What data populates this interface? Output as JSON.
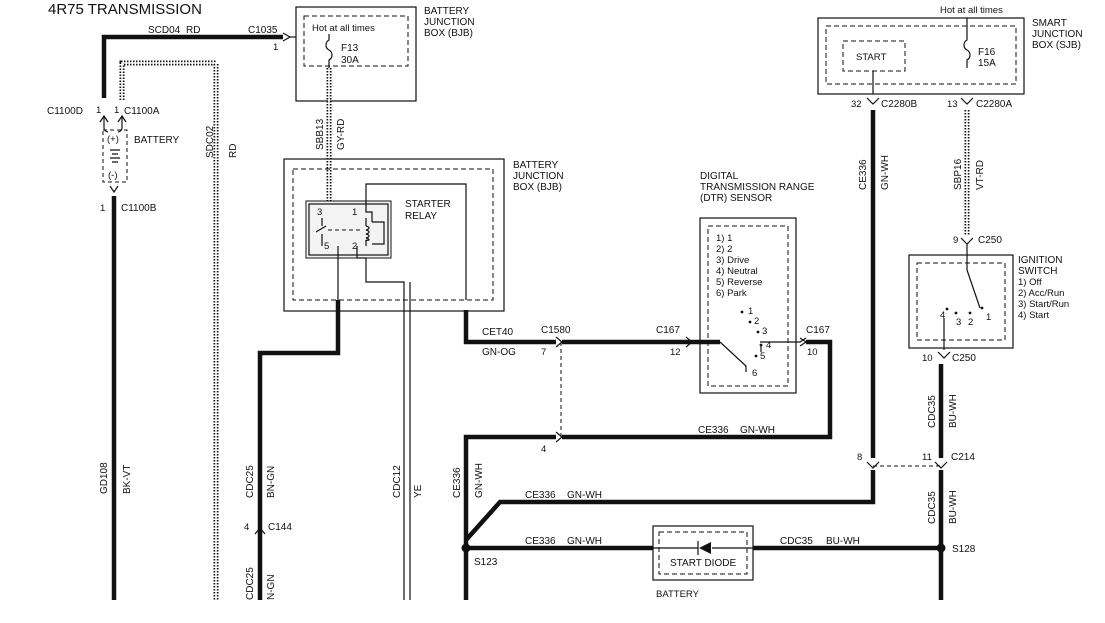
{
  "title": "4R75 TRANSMISSION",
  "bjb_top": {
    "name": [
      "BATTERY",
      "JUNCTION",
      "BOX (BJB)"
    ],
    "hot": "Hot at all times",
    "fuse": "F13",
    "amps": "30A",
    "wire_circuit": "SBB13",
    "wire_color": "GY-RD"
  },
  "bjb_relay": {
    "name": [
      "BATTERY",
      "JUNCTION",
      "BOX (BJB)"
    ],
    "relay": [
      "STARTER",
      "RELAY"
    ],
    "pins": [
      "3",
      "1",
      "5",
      "2"
    ]
  },
  "sjb": {
    "hot": "Hot at all times",
    "name": [
      "SMART",
      "JUNCTION",
      "BOX (SJB)"
    ],
    "start": "START",
    "fuse": "F16",
    "amps": "15A"
  },
  "connectors": {
    "c1035": "C1035",
    "c1035_pin": "1",
    "c1100d": "C1100D",
    "c1100d_pin": "1",
    "c1100a": "C1100A",
    "c1100a_pin": "1",
    "c1100b": "C1100B",
    "c1100b_pin": "1",
    "c2280b": "C2280B",
    "c2280b_pin": "32",
    "c2280a": "C2280A",
    "c2280a_pin": "13",
    "c250a": "C250",
    "c250a_pin": "9",
    "c250b": "C250",
    "c250b_pin": "10",
    "c1580": "C1580",
    "c1580_pin7": "7",
    "c1580_pin4": "4",
    "c167a": "C167",
    "c167a_pin": "12",
    "c167b": "C167",
    "c167b_pin": "10",
    "c214": "C214",
    "c214_pin8": "8",
    "c214_pin11": "11",
    "c144": "C144",
    "c144_pin": "4",
    "s123": "S123",
    "s128": "S128"
  },
  "battery": {
    "label": "BATTERY",
    "plus": "(+)",
    "minus": "(-)"
  },
  "wires": {
    "scd04": "SCD04",
    "rd": "RD",
    "sdc02": "SDC02",
    "sdc02_color": "RD",
    "gd108": "GD108",
    "gd108_color": "BK-VT",
    "cdc25": "CDC25",
    "cdc25_color": "BN-GN",
    "cdc25_low": "CDC25",
    "cdc25_low_color": "N-GN",
    "cdc12": "CDC12",
    "cdc12_color": "YE",
    "cet40": "CET40",
    "cet40_color": "GN-OG",
    "ce336_v": "CE336",
    "ce336_v_color": "GN-WH",
    "ce336_h1": "CE336",
    "ce336_h1_color": "GN-WH",
    "ce336_v2": "CE336",
    "ce336_v2_color": "GN-WH",
    "ce336_h2": "CE336",
    "ce336_h2_color": "GN-WH",
    "ce336_h3": "CE336",
    "ce336_h3_color": "GN-WH",
    "sbp16": "SBP16",
    "sbp16_color": "VT-RD",
    "cdc35_a": "CDC35",
    "cdc35_a_color": "BU-WH",
    "cdc35_b": "CDC35",
    "cdc35_b_color": "BU-WH",
    "cdc35_h": "CDC35",
    "cdc35_h_color": "BU-WH"
  },
  "dtr": {
    "name": [
      "DIGITAL",
      "TRANSMISSION RANGE",
      "(DTR) SENSOR"
    ],
    "positions": [
      "1) 1",
      "2) 2",
      "3) Drive",
      "4) Neutral",
      "5) Reverse",
      "6) Park"
    ],
    "contacts": [
      "1",
      "2",
      "3",
      "4",
      "5",
      "6"
    ]
  },
  "ignition": {
    "name": [
      "IGNITION",
      "SWITCH"
    ],
    "positions": [
      "1) Off",
      "2) Acc/Run",
      "3) Start/Run",
      "4) Start"
    ],
    "contacts": [
      "4",
      "3",
      "2",
      "1"
    ]
  },
  "diode": {
    "label": "START DIODE",
    "box_label": "BATTERY"
  }
}
